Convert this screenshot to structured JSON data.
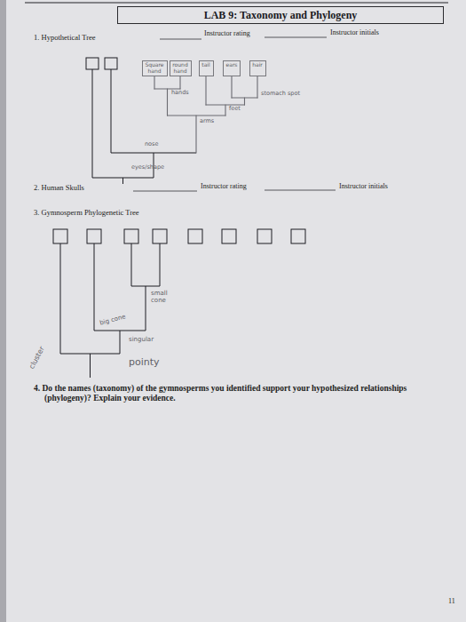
{
  "diagram": {
    "title": "LAB 9: Taxonomy and Phylogeny",
    "nodes": [
      {
        "text": [
          "Square hand"
        ]
      },
      {
        "text": [
          "round hand"
        ]
      },
      {
        "text": [
          "tail"
        ]
      },
      {
        "text": [
          "ears"
        ]
      },
      {
        "text": [
          "hair"
        ]
      }
    ],
    "labels": [
      "1. Hypothetical Tree",
      "Instructor rating",
      "Instructor initials",
      "hands",
      "stomach spot",
      "feet",
      "arms",
      "nose",
      "eyes/shape",
      "2. Human Skulls",
      "Instructor rating",
      "Instructor initials",
      "3. Gymnosperm Phylogenetic Tree",
      "small cone",
      "big cone",
      "singular",
      "pointy",
      "cluster",
      "4. Do the names (taxonomy) of the gymnosperms you identified support your hypothesized relationships (phylogeny)? Explain your evidence.",
      "11"
    ]
  }
}
